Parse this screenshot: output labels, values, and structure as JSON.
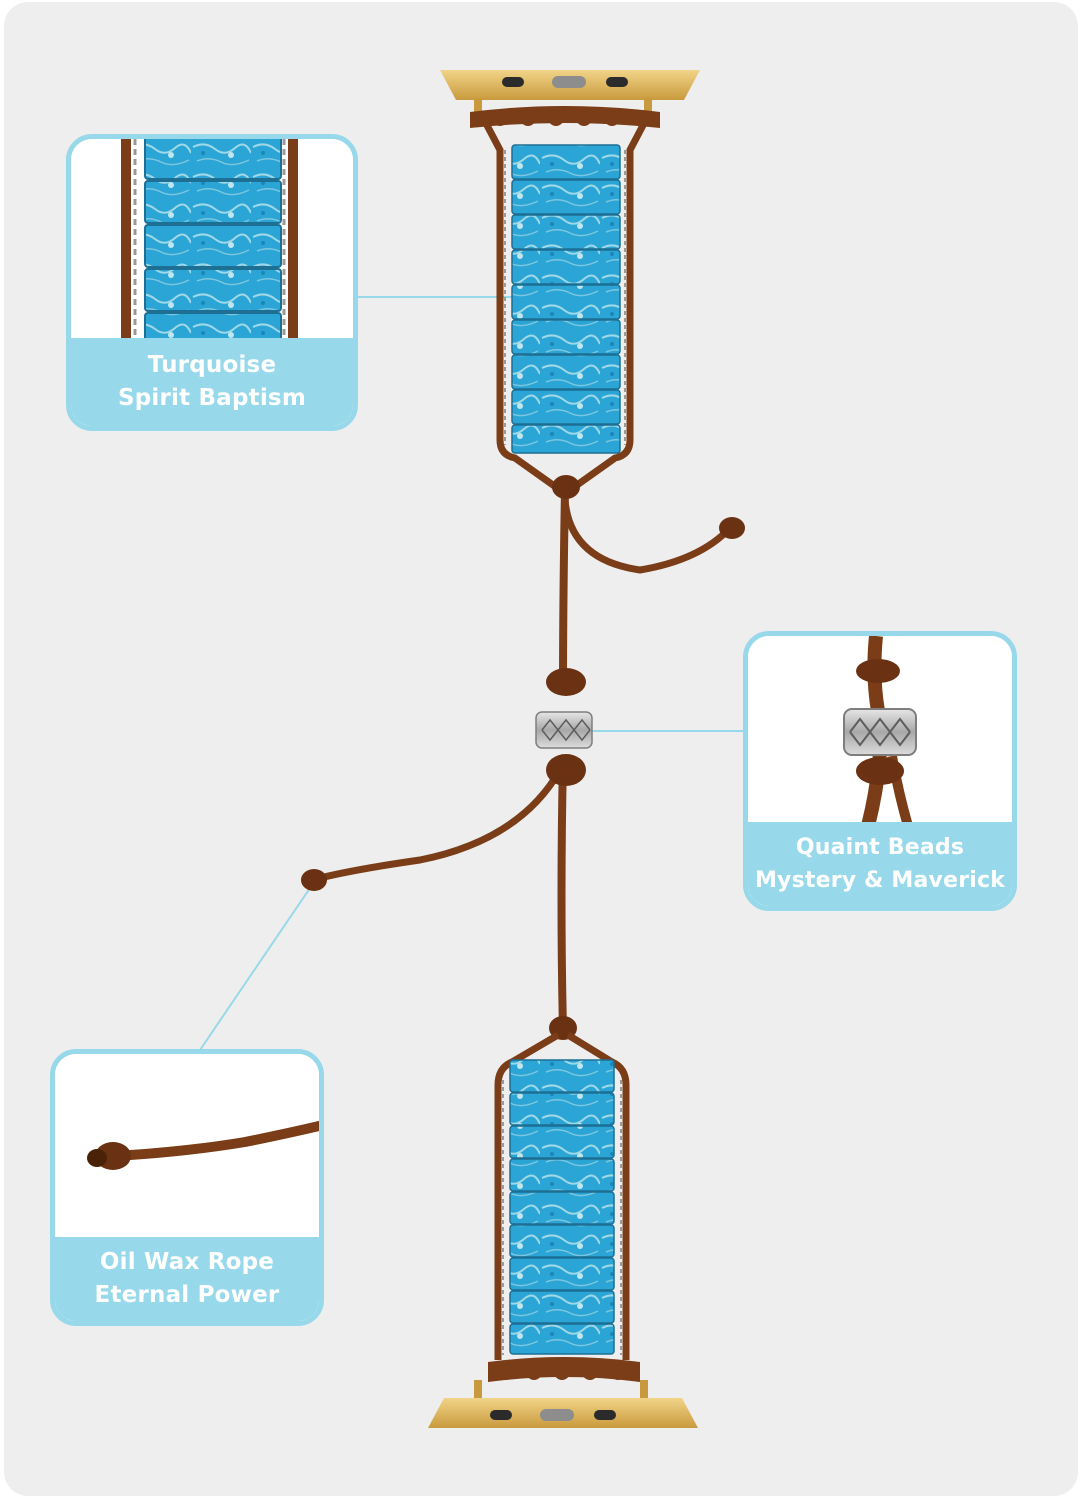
{
  "colors": {
    "panel_bg": "#eeeeee",
    "callout_accent": "#97d9ea",
    "callout_text": "#ffffff",
    "rope_brown": "#7a3d18",
    "turquoise_stone": "#2ba7d6",
    "gold_connector": "#d9b45a",
    "silver_bead": "#b9b9b9"
  },
  "callouts": {
    "stone": {
      "line1": "Turquoise",
      "line2": "Spirit Baptism"
    },
    "bead": {
      "line1": "Quaint Beads",
      "line2": "Mystery & Maverick"
    },
    "rope": {
      "line1": "Oil Wax Rope",
      "line2": "Eternal Power"
    }
  }
}
